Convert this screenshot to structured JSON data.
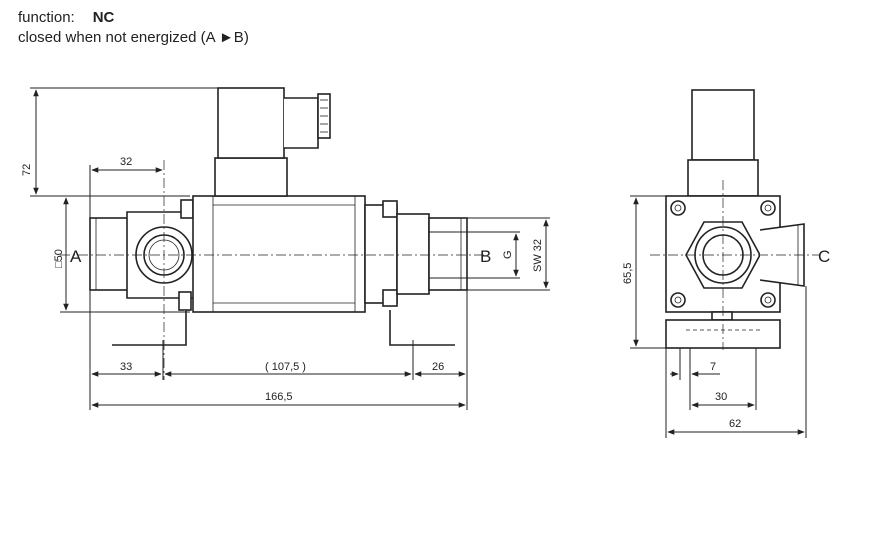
{
  "header": {
    "function_label": "function:",
    "function_value": "NC",
    "description": "closed when not energized (A ►B)"
  },
  "side_view": {
    "dims": {
      "height_72": "72",
      "port_offset_32": "32",
      "square_50": "□50",
      "thread_g": "G",
      "wrench_sw": "SW 32",
      "foot_left_33": "33",
      "body_length": "( 107,5 )",
      "foot_right_26": "26",
      "total_length": "166,5"
    },
    "port_a": "A",
    "port_b": "B"
  },
  "end_view": {
    "dims": {
      "height_65_5": "65,5",
      "offset_7": "7",
      "width_30": "30",
      "width_62": "62"
    },
    "port_c": "C"
  }
}
